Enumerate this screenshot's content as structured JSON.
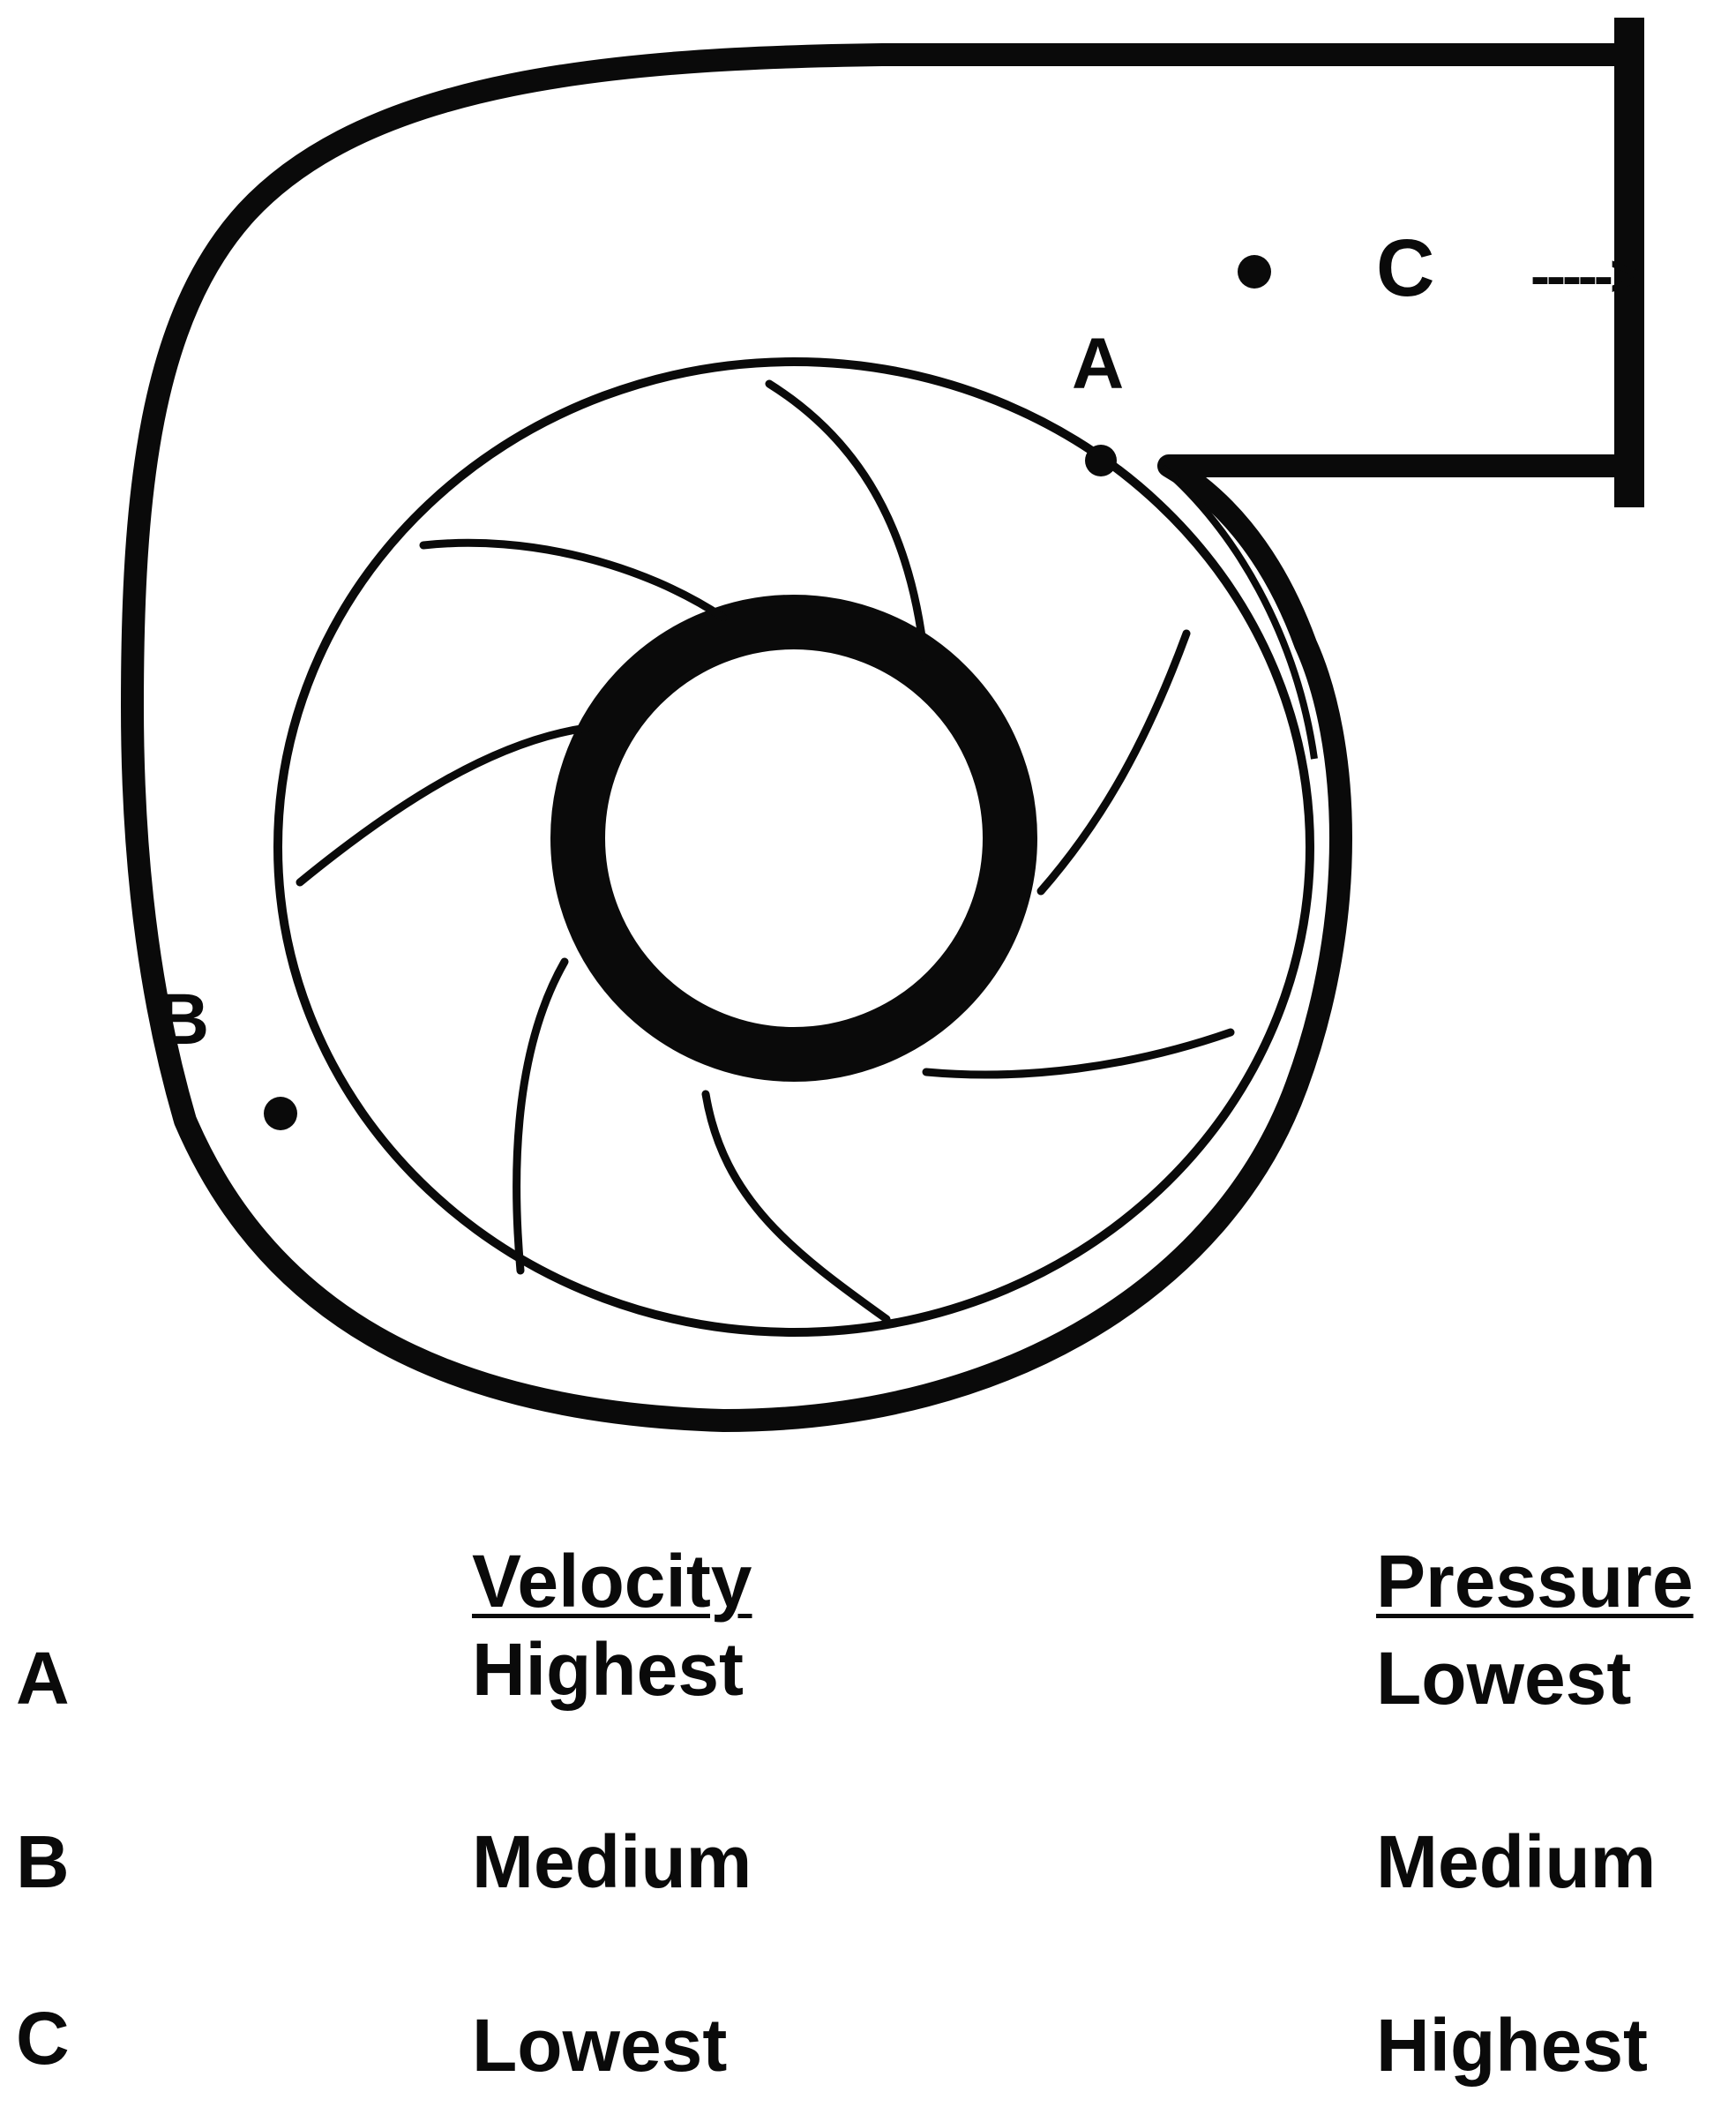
{
  "diagram": {
    "points": {
      "a": "A",
      "b": "B",
      "c": "C"
    },
    "flow_arrow": "----->"
  },
  "table": {
    "headers": {
      "velocity": "Velocity",
      "pressure": "Pressure"
    },
    "rows": [
      {
        "point": "A",
        "velocity": "Highest",
        "pressure": "Lowest"
      },
      {
        "point": "B",
        "velocity": "Medium",
        "pressure": "Medium"
      },
      {
        "point": "C",
        "velocity": "Lowest",
        "pressure": "Highest"
      }
    ]
  },
  "colors": {
    "ink": "#0a0a0a",
    "background": "#ffffff"
  }
}
